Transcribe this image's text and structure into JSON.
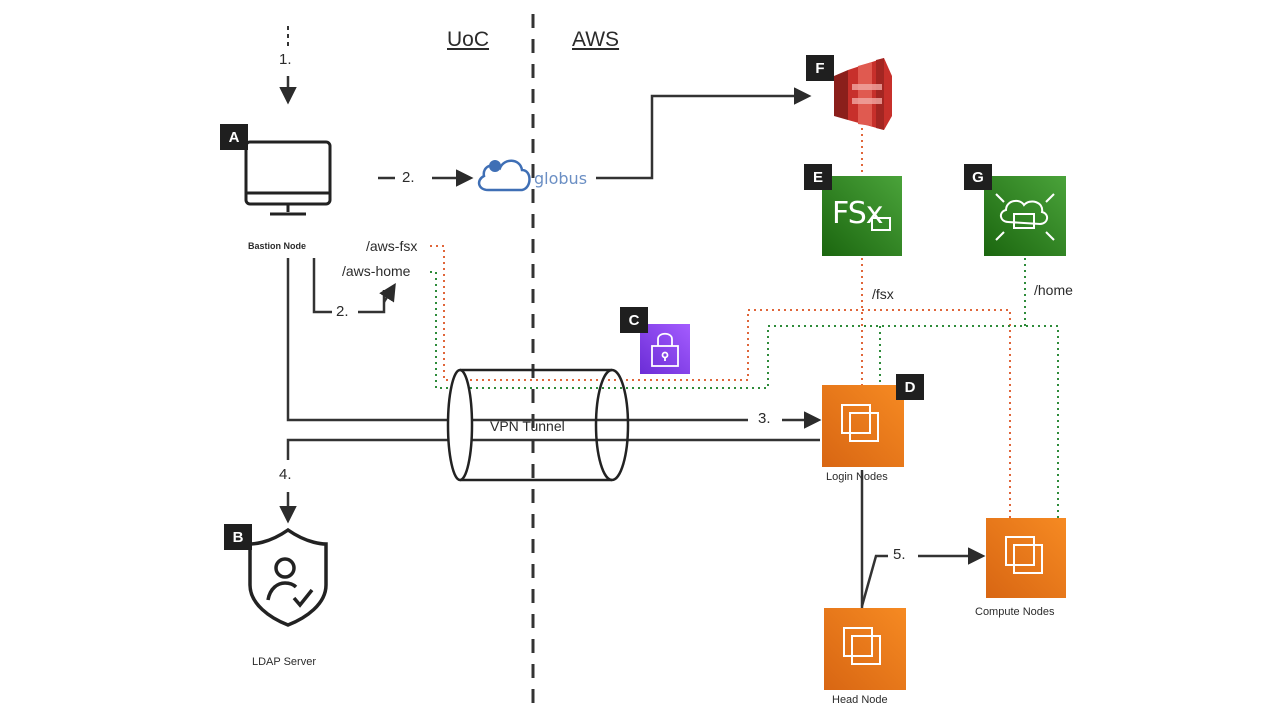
{
  "zones": {
    "left": "UoC",
    "right": "AWS"
  },
  "badges": {
    "a": "A",
    "b": "B",
    "c": "C",
    "d": "D",
    "e": "E",
    "f": "F",
    "g": "G"
  },
  "steps": {
    "s1": "1.",
    "s2a": "2.",
    "s2b": "2.",
    "s3": "3.",
    "s4": "4.",
    "s5": "5."
  },
  "nodes": {
    "bastion": "Bastion Node",
    "ldap": "LDAP Server",
    "login": "Login Nodes",
    "head": "Head Node",
    "compute": "Compute Nodes",
    "vpn": "VPN Tunnel",
    "globus": "globus",
    "fsx": "FSx"
  },
  "mounts": {
    "aws_fsx": "/aws-fsx",
    "aws_home": "/aws-home",
    "fsx": "/fsx",
    "home": "/home"
  },
  "colors": {
    "s3_red": "#d6332e",
    "fsx_green": "#2f8a2e",
    "efs_green": "#3a9a34",
    "ec2_orange": "#ee7a1d",
    "kms_purple": "#8a3ffc",
    "fsx_line": "#e0663a",
    "efs_line": "#2e8b3a"
  }
}
